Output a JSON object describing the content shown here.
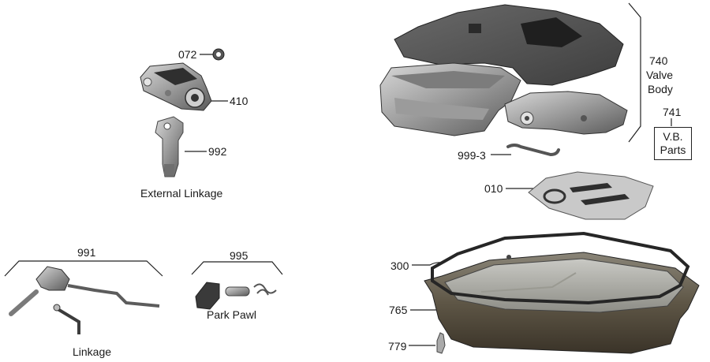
{
  "parts": [
    {
      "code": "072"
    },
    {
      "code": "410"
    },
    {
      "code": "992"
    },
    {
      "code": "740",
      "lines": [
        "Valve",
        "Body"
      ]
    },
    {
      "code": "741",
      "lines": [
        "V.B.",
        "Parts"
      ]
    },
    {
      "code": "999-3"
    },
    {
      "code": "010"
    },
    {
      "code": "991"
    },
    {
      "code": "995"
    },
    {
      "code": "300"
    },
    {
      "code": "765"
    },
    {
      "code": "779"
    }
  ],
  "group_labels": {
    "external_linkage": "External Linkage",
    "linkage": "Linkage",
    "park_pawl": "Park Pawl"
  },
  "colors": {
    "line": "#222222",
    "metal_light": "#b5b5b5",
    "metal_mid": "#8a8a8a",
    "metal_dark": "#4a4a4a",
    "pan_rust": "#5a5040"
  }
}
